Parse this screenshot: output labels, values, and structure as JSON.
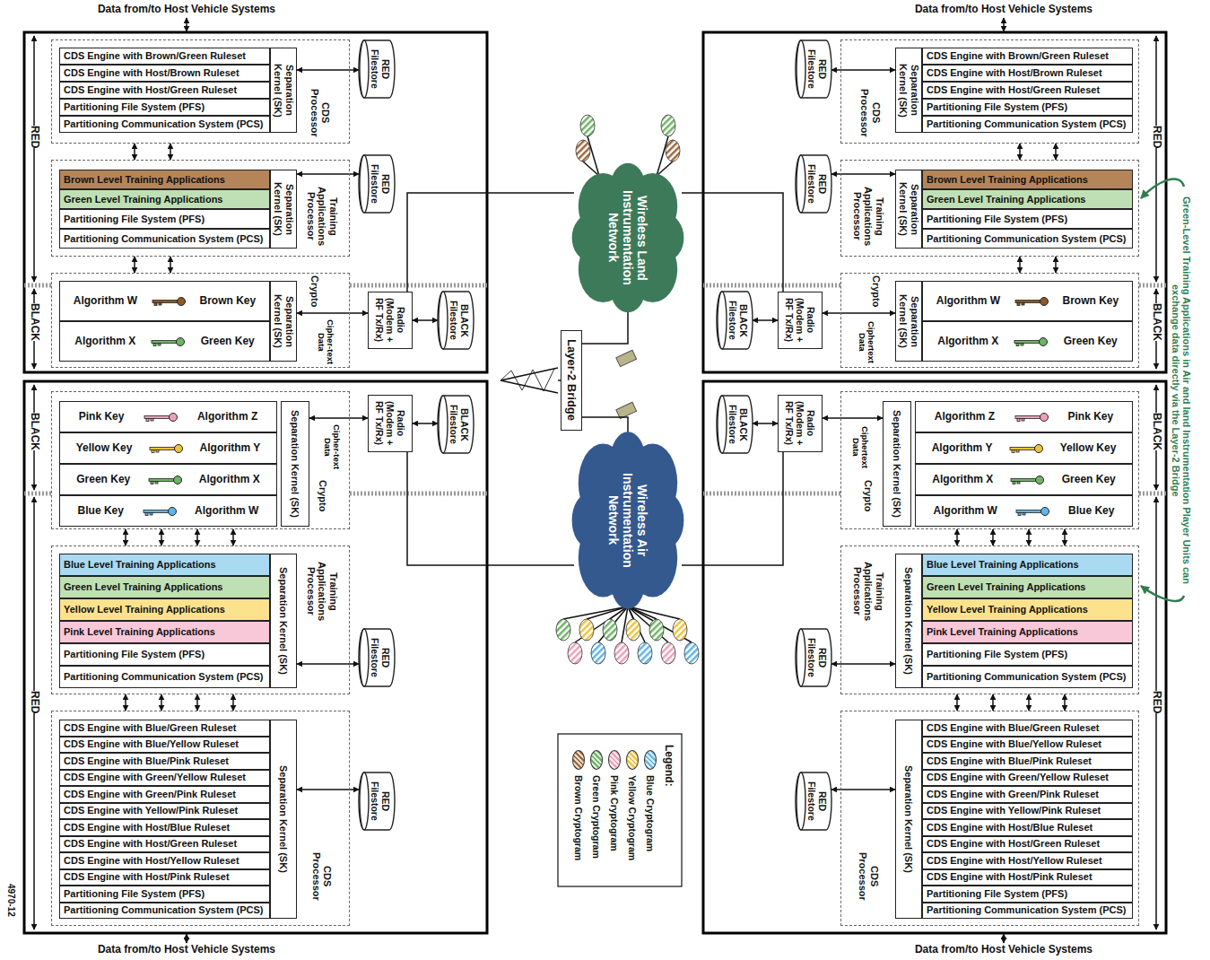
{
  "diagram": {
    "nodes": [
      {
        "text": [
          "CDS Processor"
        ]
      },
      {
        "text": [
          "Separation Kernel (SK)"
        ],
        "in": 0
      },
      {
        "text": [
          "CDS Engine with Brown/Green Ruleset"
        ],
        "in": 0
      },
      {
        "text": [
          "CDS Engine with Host/Brown Ruleset"
        ],
        "in": 0
      },
      {
        "text": [
          "CDS Engine with Host/Green Ruleset"
        ],
        "in": 0
      },
      {
        "text": [
          "Partitioning File System (PFS)"
        ],
        "in": 0
      },
      {
        "text": [
          "Partitioning Communication System (PCS)"
        ],
        "in": 0
      },
      {
        "text": [
          "RED Filestore"
        ]
      },
      {
        "text": [
          "Training Applications Processor"
        ]
      },
      {
        "text": [
          "Separation Kernel (SK)"
        ],
        "in": 8
      },
      {
        "text": [
          "Brown Level Training Applications"
        ],
        "in": 8
      },
      {
        "text": [
          "Green Level Training Applications"
        ],
        "in": 8
      },
      {
        "text": [
          "Partitioning File System (PFS)"
        ],
        "in": 8
      },
      {
        "text": [
          "Partitioning Communication System (PCS)"
        ],
        "in": 8
      },
      {
        "text": [
          "RED Filestore"
        ]
      },
      {
        "text": [
          "Crypto"
        ]
      },
      {
        "text": [
          "Separation Kernel (SK)"
        ],
        "in": 15
      },
      {
        "text": [
          "Algorithm W",
          "Brown Key"
        ],
        "in": 15
      },
      {
        "text": [
          "Algorithm X",
          "Green Key"
        ],
        "in": 15
      },
      {
        "text": [
          "Radio (Modem + RF Tx/Rx)"
        ]
      },
      {
        "text": [
          "BLACK Filestore"
        ]
      },
      {
        "text": [
          "CDS Processor"
        ]
      },
      {
        "text": [
          "Separation Kernel (SK)"
        ],
        "in": 21
      },
      {
        "text": [
          "CDS Engine with Brown/Green Ruleset"
        ],
        "in": 21
      },
      {
        "text": [
          "CDS Engine with Host/Brown Ruleset"
        ],
        "in": 21
      },
      {
        "text": [
          "CDS Engine with Host/Green Ruleset"
        ],
        "in": 21
      },
      {
        "text": [
          "Partitioning File System (PFS)"
        ],
        "in": 21
      },
      {
        "text": [
          "Partitioning Communication System (PCS)"
        ],
        "in": 21
      },
      {
        "text": [
          "RED Filestore"
        ]
      },
      {
        "text": [
          "Training Applications Processor"
        ]
      },
      {
        "text": [
          "Separation Kernel (SK)"
        ],
        "in": 29
      },
      {
        "text": [
          "Brown Level Training Applications"
        ],
        "in": 29
      },
      {
        "text": [
          "Green Level Training Applications"
        ],
        "in": 29
      },
      {
        "text": [
          "Partitioning File System (PFS)"
        ],
        "in": 29
      },
      {
        "text": [
          "Partitioning Communication System (PCS)"
        ],
        "in": 29
      },
      {
        "text": [
          "RED Filestore"
        ]
      },
      {
        "text": [
          "Crypto"
        ]
      },
      {
        "text": [
          "Separation Kernel (SK)"
        ],
        "in": 36
      },
      {
        "text": [
          "Algorithm W",
          "Brown Key"
        ],
        "in": 36
      },
      {
        "text": [
          "Algorithm X",
          "Green Key"
        ],
        "in": 36
      },
      {
        "text": [
          "Radio (Modem + RF Tx/Rx)"
        ]
      },
      {
        "text": [
          "BLACK Filestore"
        ]
      },
      {
        "text": [
          "CDS Processor"
        ]
      },
      {
        "text": [
          "Separation Kernel (SK)"
        ],
        "in": 42
      },
      {
        "text": [
          "CDS Engine with Blue/Green Ruleset"
        ],
        "in": 42
      },
      {
        "text": [
          "CDS Engine with Blue/Yellow Ruleset"
        ],
        "in": 42
      },
      {
        "text": [
          "CDS Engine with Blue/Pink Ruleset"
        ],
        "in": 42
      },
      {
        "text": [
          "CDS Engine with Green/Yellow Ruleset"
        ],
        "in": 42
      },
      {
        "text": [
          "CDS Engine with Green/Pink Ruleset"
        ],
        "in": 42
      },
      {
        "text": [
          "CDS Engine with Yellow/Pink Ruleset"
        ],
        "in": 42
      },
      {
        "text": [
          "CDS Engine with Host/Blue Ruleset"
        ],
        "in": 42
      },
      {
        "text": [
          "CDS Engine with Host/Green Ruleset"
        ],
        "in": 42
      },
      {
        "text": [
          "CDS Engine with Host/Yellow Ruleset"
        ],
        "in": 42
      },
      {
        "text": [
          "CDS Engine with Host/Pink Ruleset"
        ],
        "in": 42
      },
      {
        "text": [
          "Partitioning File System (PFS)"
        ],
        "in": 42
      },
      {
        "text": [
          "Partitioning Communication System (PCS)"
        ],
        "in": 42
      },
      {
        "text": [
          "RED Filestore"
        ]
      },
      {
        "text": [
          "Training Applications Processor"
        ]
      },
      {
        "text": [
          "Separation Kernel (SK)"
        ],
        "in": 57
      },
      {
        "text": [
          "Blue Level Training Applications"
        ],
        "in": 57
      },
      {
        "text": [
          "Green Level Training Applications"
        ],
        "in": 57
      },
      {
        "text": [
          "Yellow Level Training Applications"
        ],
        "in": 57
      },
      {
        "text": [
          "Pink Level Training Applications"
        ],
        "in": 57
      },
      {
        "text": [
          "Partitioning File System (PFS)"
        ],
        "in": 57
      },
      {
        "text": [
          "Partitioning Communication System (PCS)"
        ],
        "in": 57
      },
      {
        "text": [
          "RED Filestore"
        ]
      },
      {
        "text": [
          "Crypto"
        ]
      },
      {
        "text": [
          "Separation Kernel (SK)"
        ],
        "in": 66
      },
      {
        "text": [
          "Pink Key",
          "Algorithm Z"
        ],
        "in": 66
      },
      {
        "text": [
          "Yellow Key",
          "Algorithm Y"
        ],
        "in": 66
      },
      {
        "text": [
          "Green Key",
          "Algorithm X"
        ],
        "in": 66
      },
      {
        "text": [
          "Blue Key",
          "Algorithm W"
        ],
        "in": 66
      },
      {
        "text": [
          "Radio (Modem + RF Tx/Rx)"
        ]
      },
      {
        "text": [
          "BLACK Filestore"
        ]
      },
      {
        "text": [
          "CDS Processor"
        ]
      },
      {
        "text": [
          "Separation Kernel (SK)"
        ],
        "in": 74
      },
      {
        "text": [
          "CDS Engine with Blue/Green Ruleset"
        ],
        "in": 74
      },
      {
        "text": [
          "CDS Engine with Blue/Yellow Ruleset"
        ],
        "in": 74
      },
      {
        "text": [
          "CDS Engine with Blue/Pink Ruleset"
        ],
        "in": 74
      },
      {
        "text": [
          "CDS Engine with Green/Yellow Ruleset"
        ],
        "in": 74
      },
      {
        "text": [
          "CDS Engine with Green/Pink Ruleset"
        ],
        "in": 74
      },
      {
        "text": [
          "CDS Engine with Yellow/Pink Ruleset"
        ],
        "in": 74
      },
      {
        "text": [
          "CDS Engine with Host/Blue Ruleset"
        ],
        "in": 74
      },
      {
        "text": [
          "CDS Engine with Host/Green Ruleset"
        ],
        "in": 74
      },
      {
        "text": [
          "CDS Engine with Host/Yellow Ruleset"
        ],
        "in": 74
      },
      {
        "text": [
          "CDS Engine with Host/Pink Ruleset"
        ],
        "in": 74
      },
      {
        "text": [
          "Partitioning File System (PFS)"
        ],
        "in": 74
      },
      {
        "text": [
          "Partitioning Communication System (PCS)"
        ],
        "in": 74
      },
      {
        "text": [
          "RED Filestore"
        ]
      },
      {
        "text": [
          "Training Applications Processor"
        ]
      },
      {
        "text": [
          "Separation Kernel (SK)"
        ],
        "in": 89
      },
      {
        "text": [
          "Blue Level Training Applications"
        ],
        "in": 89
      },
      {
        "text": [
          "Green Level Training Applications"
        ],
        "in": 89
      },
      {
        "text": [
          "Yellow Level Training Applications"
        ],
        "in": 89
      },
      {
        "text": [
          "Pink Level Training Applications"
        ],
        "in": 89
      },
      {
        "text": [
          "Partitioning File System (PFS)"
        ],
        "in": 89
      },
      {
        "text": [
          "Partitioning Communication System (PCS)"
        ],
        "in": 89
      },
      {
        "text": [
          "RED Filestore"
        ]
      },
      {
        "text": [
          "Crypto"
        ]
      },
      {
        "text": [
          "Separation Kernel (SK)"
        ],
        "in": 98
      },
      {
        "text": [
          "Algorithm Z",
          "Pink Key"
        ],
        "in": 98
      },
      {
        "text": [
          "Algorithm Y",
          "Yellow Key"
        ],
        "in": 98
      },
      {
        "text": [
          "Algorithm X",
          "Green Key"
        ],
        "in": 98
      },
      {
        "text": [
          "Algorithm W",
          "Blue Key"
        ],
        "in": 98
      },
      {
        "text": [
          "Radio (Modem + RF Tx/Rx)"
        ]
      },
      {
        "text": [
          "BLACK Filestore"
        ]
      },
      {
        "text": [
          "Wireless Land Instrumentation Network"
        ]
      },
      {
        "text": [
          "Wireless Air Instrumentation Network"
        ]
      },
      {
        "text": [
          "Layer-2 Bridge"
        ]
      }
    ],
    "edges": [
      {
        "from": 1,
        "to": 7,
        "arrow": "both"
      },
      {
        "from": 0,
        "to": 8,
        "arrow": "both"
      },
      {
        "from": 0,
        "to": 8,
        "arrow": "both"
      },
      {
        "from": 9,
        "to": 14,
        "arrow": "both"
      },
      {
        "from": 8,
        "to": 15,
        "arrow": "both"
      },
      {
        "from": 8,
        "to": 15,
        "arrow": "both"
      },
      {
        "from": 16,
        "to": 19,
        "arrow": "both",
        "label": "Cipher-text Data"
      },
      {
        "from": 19,
        "to": 20,
        "arrow": "both"
      },
      {
        "from": 19,
        "to": 106,
        "arrow": "none"
      },
      {
        "from": 22,
        "to": 28,
        "arrow": "both"
      },
      {
        "from": 21,
        "to": 29,
        "arrow": "both"
      },
      {
        "from": 21,
        "to": 29,
        "arrow": "both"
      },
      {
        "from": 30,
        "to": 35,
        "arrow": "both"
      },
      {
        "from": 29,
        "to": 36,
        "arrow": "both"
      },
      {
        "from": 29,
        "to": 36,
        "arrow": "both"
      },
      {
        "from": 37,
        "to": 40,
        "arrow": "both",
        "label": "Ciphertext Data"
      },
      {
        "from": 40,
        "to": 41,
        "arrow": "both"
      },
      {
        "from": 40,
        "to": 106,
        "arrow": "none"
      },
      {
        "from": 43,
        "to": 56,
        "arrow": "both"
      },
      {
        "from": 57,
        "to": 42,
        "arrow": "both"
      },
      {
        "from": 57,
        "to": 42,
        "arrow": "both"
      },
      {
        "from": 57,
        "to": 42,
        "arrow": "both"
      },
      {
        "from": 57,
        "to": 42,
        "arrow": "both"
      },
      {
        "from": 58,
        "to": 65,
        "arrow": "both"
      },
      {
        "from": 66,
        "to": 57,
        "arrow": "both"
      },
      {
        "from": 66,
        "to": 57,
        "arrow": "both"
      },
      {
        "from": 66,
        "to": 57,
        "arrow": "both"
      },
      {
        "from": 66,
        "to": 57,
        "arrow": "both"
      },
      {
        "from": 67,
        "to": 72,
        "arrow": "both",
        "label": "Cipher-text Data"
      },
      {
        "from": 72,
        "to": 73,
        "arrow": "both"
      },
      {
        "from": 72,
        "to": 107,
        "arrow": "none"
      },
      {
        "from": 75,
        "to": 88,
        "arrow": "both"
      },
      {
        "from": 89,
        "to": 74,
        "arrow": "both"
      },
      {
        "from": 89,
        "to": 74,
        "arrow": "both"
      },
      {
        "from": 89,
        "to": 74,
        "arrow": "both"
      },
      {
        "from": 89,
        "to": 74,
        "arrow": "both"
      },
      {
        "from": 90,
        "to": 97,
        "arrow": "both"
      },
      {
        "from": 98,
        "to": 89,
        "arrow": "both"
      },
      {
        "from": 98,
        "to": 89,
        "arrow": "both"
      },
      {
        "from": 98,
        "to": 89,
        "arrow": "both"
      },
      {
        "from": 98,
        "to": 89,
        "arrow": "both"
      },
      {
        "from": 99,
        "to": 104,
        "arrow": "both",
        "label": "Ciphertext Data"
      },
      {
        "from": 104,
        "to": 105,
        "arrow": "both"
      },
      {
        "from": 104,
        "to": 107,
        "arrow": "none"
      },
      {
        "from": 108,
        "to": 106,
        "arrow": "none"
      },
      {
        "from": 108,
        "to": 107,
        "arrow": "none"
      }
    ],
    "labels": [
      "Data from/to Host Vehicle Systems",
      "Data from/to Host Vehicle Systems",
      "RED",
      "BLACK",
      "RED",
      "BLACK",
      "Green-Level Training Applications in Air and land Instrumentation Player Units can exchange data directly via the Layer-2 Bridge",
      "BLACK",
      "RED",
      "BLACK",
      "RED",
      "Legend:",
      "4970-12",
      "Data from/to Host Vehicle Systems",
      "Data from/to Host Vehicle Systems"
    ],
    "legend": [
      {
        "text": "Blue Cryptogram",
        "color": "#5fb6e6"
      },
      {
        "text": "Yellow Cryptogram",
        "color": "#efc23d"
      },
      {
        "text": "Pink Cryptogram",
        "color": "#ee9fbb"
      },
      {
        "text": "Green Cryptogram",
        "color": "#6fb466"
      },
      {
        "text": "Brown Cryptogram",
        "color": "#a0693c"
      }
    ]
  }
}
